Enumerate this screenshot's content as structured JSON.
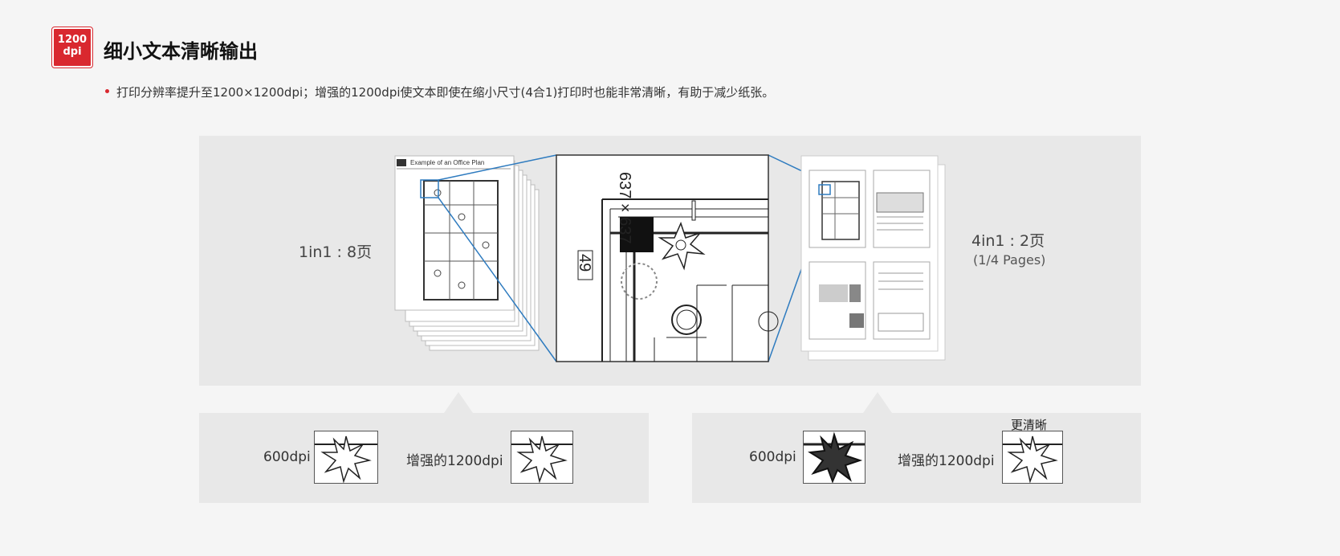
{
  "badge": {
    "line1": "1200",
    "line2": "dpi"
  },
  "title": "细小文本清晰输出",
  "bullet": "打印分辨率提升至1200×1200dpi；增强的1200dpi使文本即使在缩小尺寸(4合1)打印时也能非常清晰，有助于减少纸张。",
  "top_panel": {
    "left_label": "1in1 : 8页",
    "right_label": "4in1 : 2页",
    "right_sub": "(1/4 Pages)",
    "doc_title": "Example of an Office Plan",
    "zoom_text": "637 × 637",
    "zoom_number": "49"
  },
  "bottom_left": {
    "label_a": "600dpi",
    "label_b": "增强的1200dpi"
  },
  "bottom_right": {
    "label_a": "600dpi",
    "label_b": "增强的1200dpi",
    "clearer": "更清晰"
  },
  "colors": {
    "accent": "#d9282f",
    "zoom_line": "#2e7bbf"
  }
}
